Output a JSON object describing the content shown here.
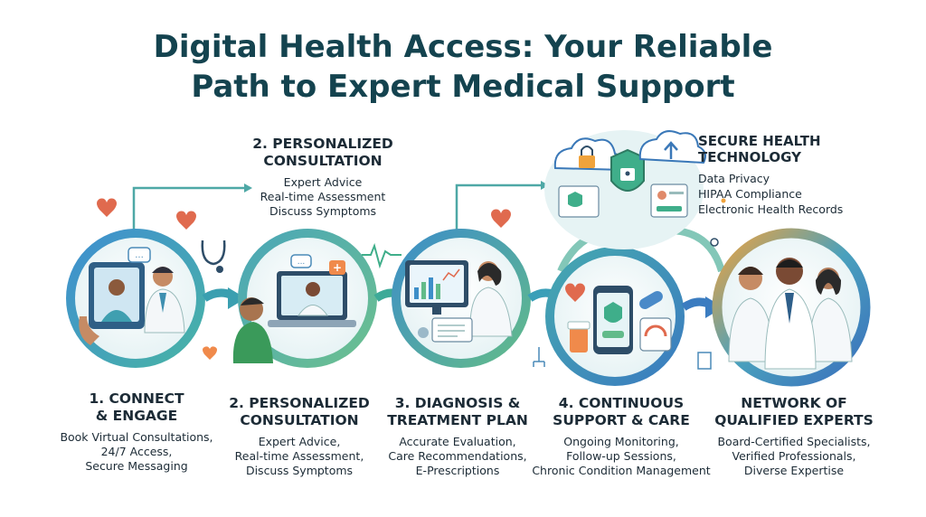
{
  "title": {
    "line1": "Digital Health Access: Your Reliable",
    "line2": "Path to Expert Medical Support"
  },
  "top_callout": {
    "heading_line1": "2. PERSONALIZED",
    "heading_line2": "CONSULTATION",
    "items": [
      "Expert Advice",
      "Real-time Assessment",
      "Discuss Symptoms"
    ]
  },
  "secure_tech": {
    "heading_line1": "SECURE HEALTH",
    "heading_line2": "TECHNOLOGY",
    "items": [
      "Data Privacy",
      "HIPAA Compliance",
      "Electronic Health Records"
    ]
  },
  "steps": [
    {
      "heading_line1": "1. CONNECT",
      "heading_line2": "& ENGAGE",
      "items": [
        "Book Virtual Consultations,",
        "24/7 Access,",
        "Secure Messaging"
      ]
    },
    {
      "heading_line1": "2. PERSONALIZED",
      "heading_line2": "CONSULTATION",
      "items": [
        "Expert Advice,",
        "Real-time Assessment,",
        "Discuss Symptoms"
      ]
    },
    {
      "heading_line1": "3. DIAGNOSIS &",
      "heading_line2": "TREATMENT PLAN",
      "items": [
        "Accurate Evaluation,",
        "Care Recommendations,",
        "E-Prescriptions"
      ]
    },
    {
      "heading_line1": "4. CONTINUOUS",
      "heading_line2": "SUPPORT & CARE",
      "items": [
        "Ongoing Monitoring,",
        "Follow-up Sessions,",
        "Chronic Condition Management"
      ]
    },
    {
      "heading_line1": "NETWORK OF",
      "heading_line2": "QUALIFIED EXPERTS",
      "items": [
        "Board-Certified Specialists,",
        "Verified Professionals,",
        "Diverse Expertise"
      ]
    }
  ],
  "ui_text": {
    "chat_dots": "...",
    "plus_sign": "+"
  },
  "colors": {
    "title": "#14434f",
    "teal": "#2c9aa4",
    "green": "#5bb07d",
    "blue": "#3a78b8",
    "heart": "#e06a4e"
  },
  "icons": [
    "heart-icon",
    "stethoscope-icon",
    "heartbeat-icon",
    "cloud-lock-icon",
    "shield-lock-icon",
    "cloud-upload-icon",
    "clipboard-icon",
    "pill-icon"
  ]
}
